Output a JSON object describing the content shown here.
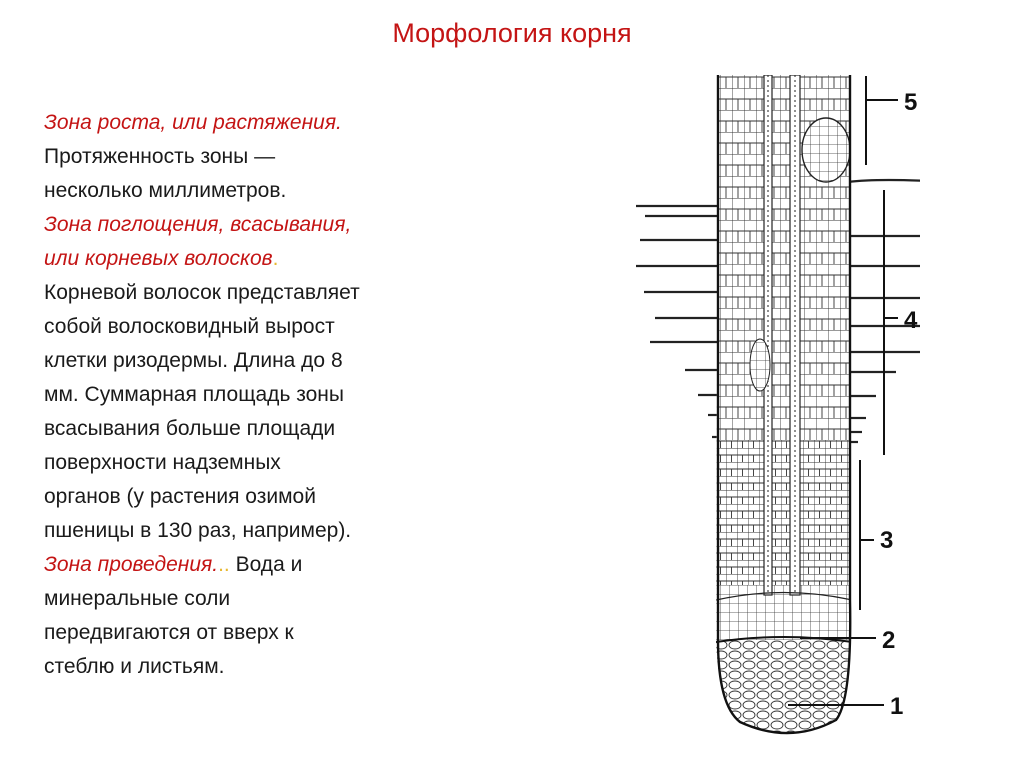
{
  "title": "Морфология корня",
  "text": {
    "growth_zone": "Зона роста, или растяжения.",
    "line_extent_1": "Протяженность зоны —",
    "line_extent_2": "несколько миллиметров.",
    "absorption_zone_1": "Зона поглощения, всасывания,",
    "absorption_zone_2": "или корневых волосков",
    "absorption_dot": ".",
    "lines": [
      "Корневой волосок представляет",
      "собой волосковидный вырост",
      "клетки ризодермы. Длина до 8",
      "мм. Суммарная площадь зоны",
      "всасывания больше площади",
      "поверхности надземных",
      "органов (у растения озимой",
      "пшеницы в 130 раз, например)."
    ],
    "conduction_zone": "Зона проведения.",
    "conduction_dots": "..",
    "conduction_rest": " Вода и",
    "tail_lines": [
      "минеральные соли",
      "передвигаются от вверх к",
      "стеблю и листьям."
    ]
  },
  "diagram": {
    "labels": [
      "5",
      "4",
      "3",
      "2",
      "1"
    ]
  },
  "colors": {
    "accent": "#c41414",
    "text": "#1a1a1a",
    "dot": "#e8b830"
  }
}
